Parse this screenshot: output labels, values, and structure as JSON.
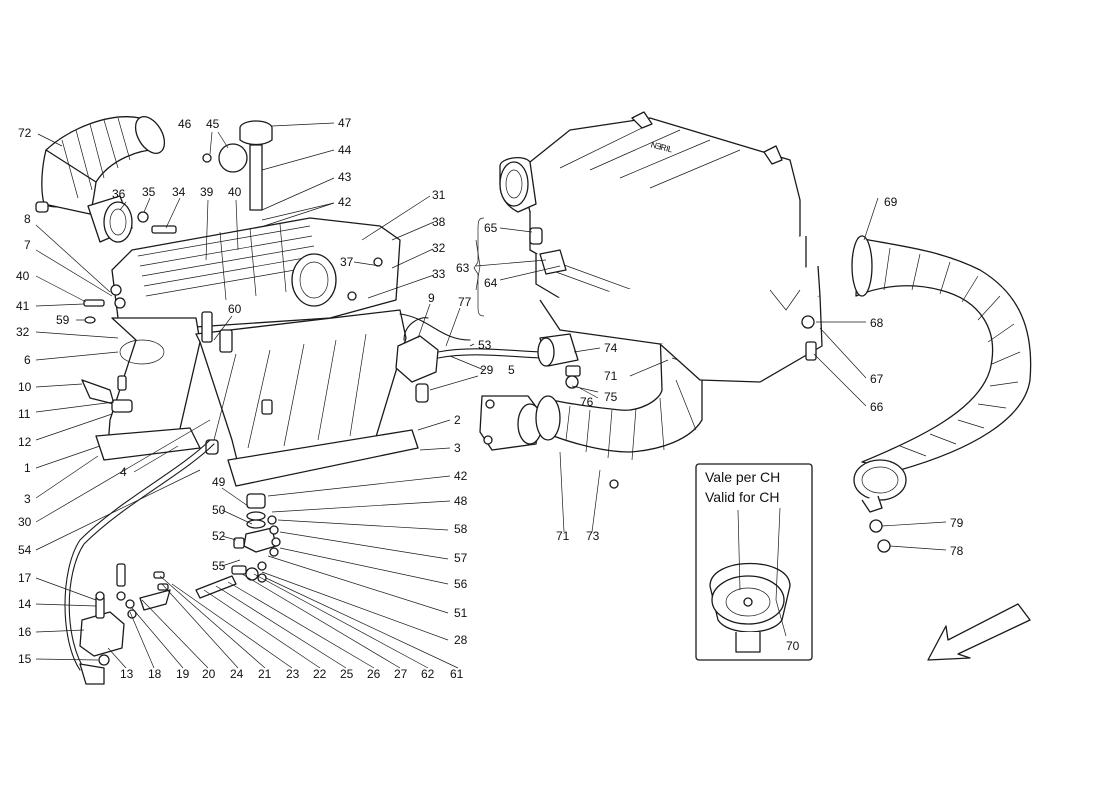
{
  "inset": {
    "line1": "Vale per CH",
    "line2": "Valid for CH",
    "callout": "70"
  },
  "callouts": {
    "c72": "72",
    "c46": "46",
    "c45": "45",
    "c47": "47",
    "c44": "44",
    "c43": "43",
    "c36": "36",
    "c35": "35",
    "c34": "34",
    "c39": "39",
    "c40a": "40",
    "c42a": "42",
    "c31": "31",
    "c38": "38",
    "c32a": "32",
    "c37": "37",
    "c33": "33",
    "c8": "8",
    "c7": "7",
    "c40b": "40",
    "c41": "41",
    "c59": "59",
    "c32b": "32",
    "c6": "6",
    "c10": "10",
    "c11": "11",
    "c12": "12",
    "c1": "1",
    "c3a": "3",
    "c30": "30",
    "c54": "54",
    "c17": "17",
    "c14": "14",
    "c16": "16",
    "c15": "15",
    "c60": "60",
    "c9": "9",
    "c77": "77",
    "c53": "53",
    "c5": "5",
    "c29": "29",
    "c2": "2",
    "c3b": "3",
    "c4": "4",
    "c42b": "42",
    "c49": "49",
    "c48": "48",
    "c50": "50",
    "c58": "58",
    "c52": "52",
    "c57": "57",
    "c55": "55",
    "c56": "56",
    "c51": "51",
    "c28": "28",
    "c13": "13",
    "c18": "18",
    "c19": "19",
    "c20": "20",
    "c24": "24",
    "c21": "21",
    "c23": "23",
    "c22": "22",
    "c25": "25",
    "c26": "26",
    "c27": "27",
    "c62": "62",
    "c61": "61",
    "c65": "65",
    "c63": "63",
    "c64": "64",
    "c74": "74",
    "c71a": "71",
    "c76": "76",
    "c75": "75",
    "c71b": "71",
    "c73": "73",
    "c69": "69",
    "c68": "68",
    "c67": "67",
    "c66": "66",
    "c79": "79",
    "c78": "78"
  }
}
